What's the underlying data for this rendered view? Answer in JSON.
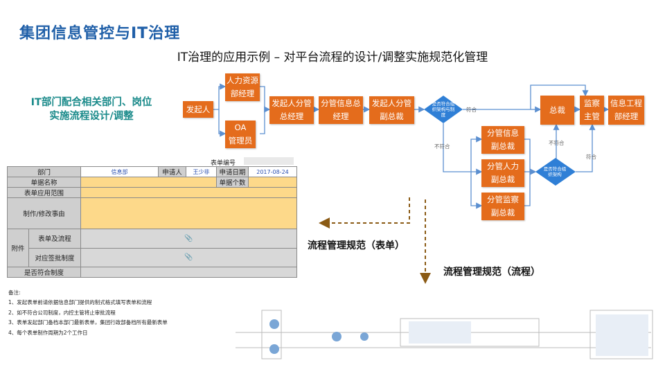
{
  "header": {
    "title": "集团信息管控与IT治理",
    "subtitle": "IT治理的应用示例 – 对平台流程的设计/调整实施规范化管理"
  },
  "left_caption": {
    "line1": "IT部门配合相关部门、岗位",
    "line2": "实施流程设计/调整"
  },
  "flow": {
    "initiator": "发起人",
    "hr_manager": [
      "人力资源",
      "部经理"
    ],
    "oa_admin": [
      "OA",
      "管理员"
    ],
    "gm_initiator": [
      "发起人分管",
      "总经理"
    ],
    "gm_info": [
      "分管信息总",
      "经理"
    ],
    "vp_initiator": [
      "发起人分管",
      "副总裁"
    ],
    "diamond1": "是否符合组织架构与制度",
    "label_comply1": "符合",
    "label_noncomply1": "不符合",
    "president": "总裁",
    "supervisor": [
      "监察",
      "主管"
    ],
    "info_eng": [
      "信息工程",
      "部经理"
    ],
    "vp_info": [
      "分管信息",
      "副总裁"
    ],
    "vp_hr": [
      "分管人力",
      "副总裁"
    ],
    "vp_supervise": [
      "分管监察",
      "副总裁"
    ],
    "diamond2": "是否符合组织架构",
    "label_noncomply2": "不符合",
    "label_comply2": "符合"
  },
  "form": {
    "form_no_label": "表单编号",
    "rows": {
      "dept_label": "部门",
      "dept_value": "信息部",
      "applicant_label": "申请人",
      "applicant_value": "王少非",
      "date_label": "申请日期",
      "date_value": "2017-08-24",
      "form_name_label": "单据名称",
      "form_count_label": "单据个数",
      "scope_label": "表单应用范围",
      "reason_label": "制作/修改事由",
      "attachment_label": "附件",
      "attach_form_label": "表单及流程",
      "attach_approval_label": "对应签批制度",
      "compliance_label": "是否符合制度"
    },
    "notes_title": "备注:",
    "notes": [
      "1、发起表单前请依据信息部门提供的制式格式填写表单和流程",
      "2、如不符合公司制度，内控主管将止审批流程",
      "3、表单发起部门备档本部门最新表单，集团行政部备档所有最新表单",
      "4、每个表单制作周期为2个工作日"
    ]
  },
  "arrows": {
    "form_label": "流程管理规范（表单）",
    "process_label": "流程管理规范（流程）"
  },
  "colors": {
    "box": "#e46c1c",
    "diamond": "#2f7fd6",
    "title": "#1f5fa8",
    "caption": "#1a8a8a",
    "form_yellow": "#fdd98a",
    "form_gray": "#cfcfcf",
    "dashed_arrow": "#8a5a14"
  }
}
